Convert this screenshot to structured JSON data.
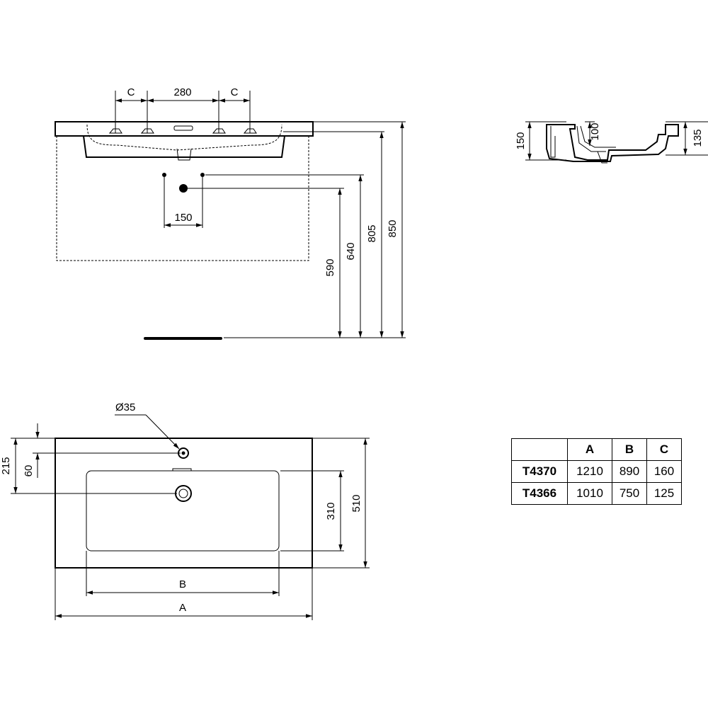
{
  "front_view": {
    "dim_c_left": "C",
    "dim_tap_spacing": "280",
    "dim_c_right": "C",
    "dim_waste_offset": "150",
    "dim_height_590": "590",
    "dim_height_640": "640",
    "dim_height_805": "805",
    "dim_height_850": "850"
  },
  "side_view": {
    "dim_outer_height": "150",
    "dim_bowl_depth": "100",
    "dim_wall_height": "135"
  },
  "plan_view": {
    "dim_tap_hole_diameter": "Ø35",
    "dim_total_depth_offset": "215",
    "dim_tap_offset": "60",
    "dim_bowl_depth": "310",
    "dim_total_depth": "510",
    "dim_width_b": "B",
    "dim_width_a": "A"
  },
  "spec_table": {
    "headers": [
      "",
      "A",
      "B",
      "C"
    ],
    "rows": [
      {
        "model": "T4370",
        "a": "1210",
        "b": "890",
        "c": "160"
      },
      {
        "model": "T4366",
        "a": "1010",
        "b": "750",
        "c": "125"
      }
    ]
  }
}
